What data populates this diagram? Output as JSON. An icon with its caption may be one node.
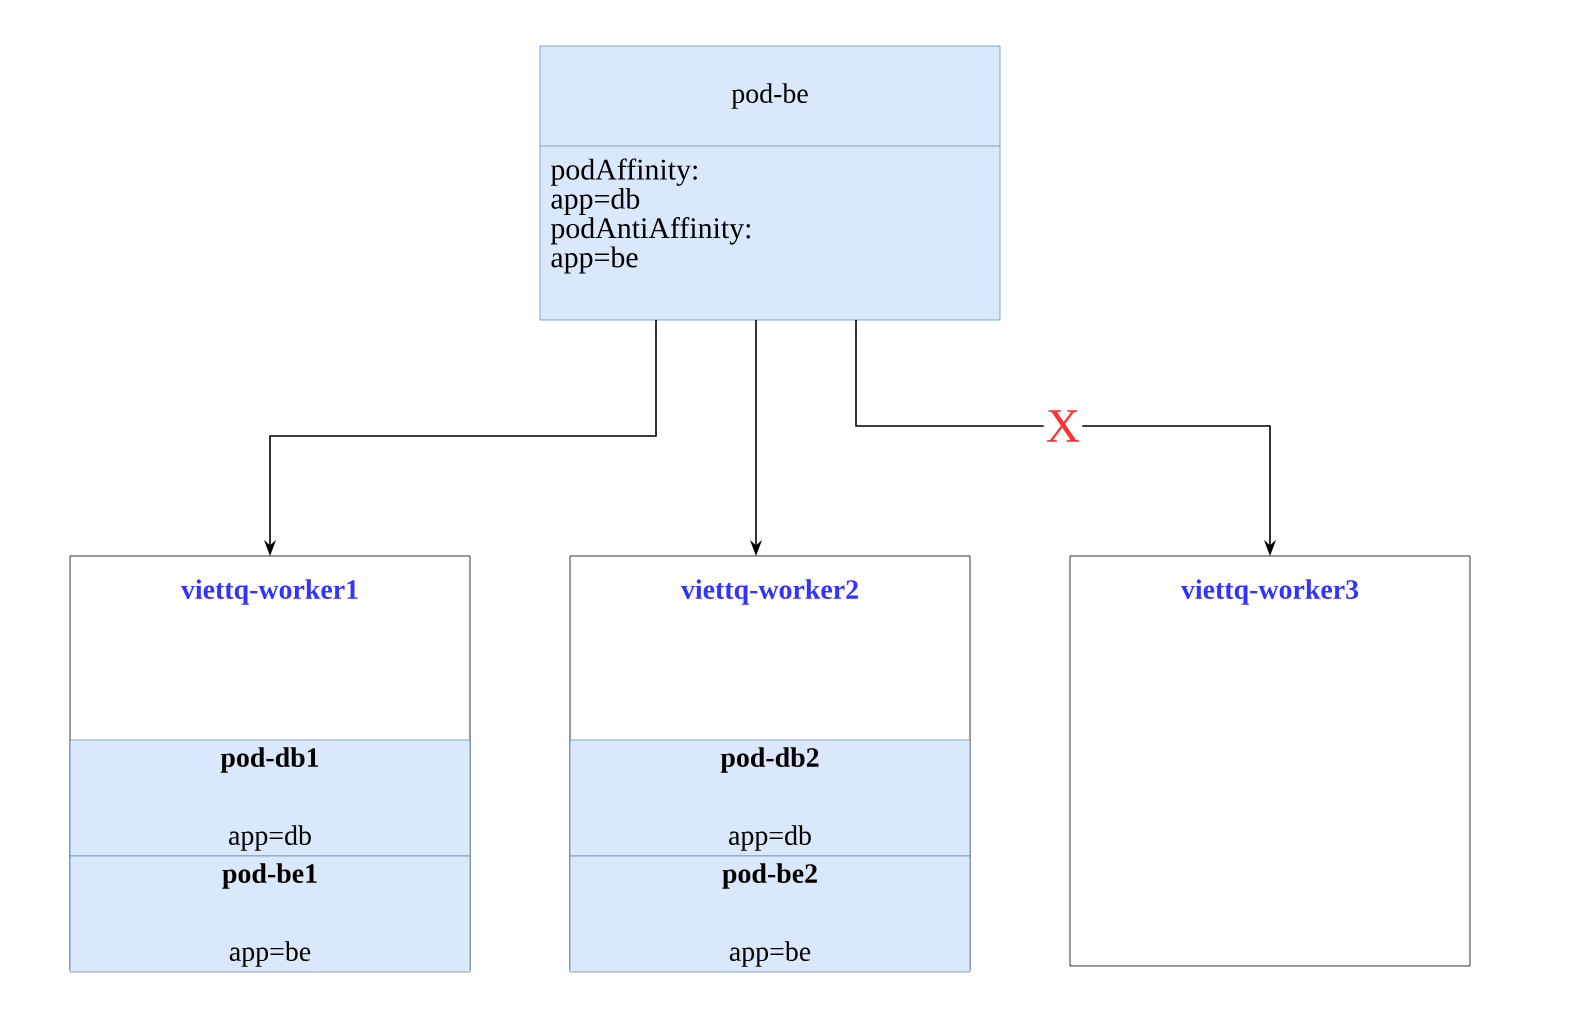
{
  "diagram": {
    "nodes": [
      {
        "text": [
          "pod-be",
          "podAffinity: app=db podAntiAffinity: app=be"
        ]
      },
      {
        "text": [
          "viettq-worker1"
        ]
      },
      {
        "text": [
          "pod-db1",
          "app=db"
        ],
        "in": 1
      },
      {
        "text": [
          "pod-be1",
          "app=be"
        ],
        "in": 1
      },
      {
        "text": [
          "viettq-worker2"
        ]
      },
      {
        "text": [
          "pod-db2",
          "app=db"
        ],
        "in": 4
      },
      {
        "text": [
          "pod-be2",
          "app=be"
        ],
        "in": 4
      },
      {
        "text": [
          "viettq-worker3"
        ]
      }
    ],
    "edges": [
      {
        "from": 0,
        "to": 1,
        "arrow": "to"
      },
      {
        "from": 0,
        "to": 4,
        "arrow": "to"
      },
      {
        "from": 0,
        "to": 7,
        "arrow": "to",
        "label": "X"
      }
    ]
  }
}
